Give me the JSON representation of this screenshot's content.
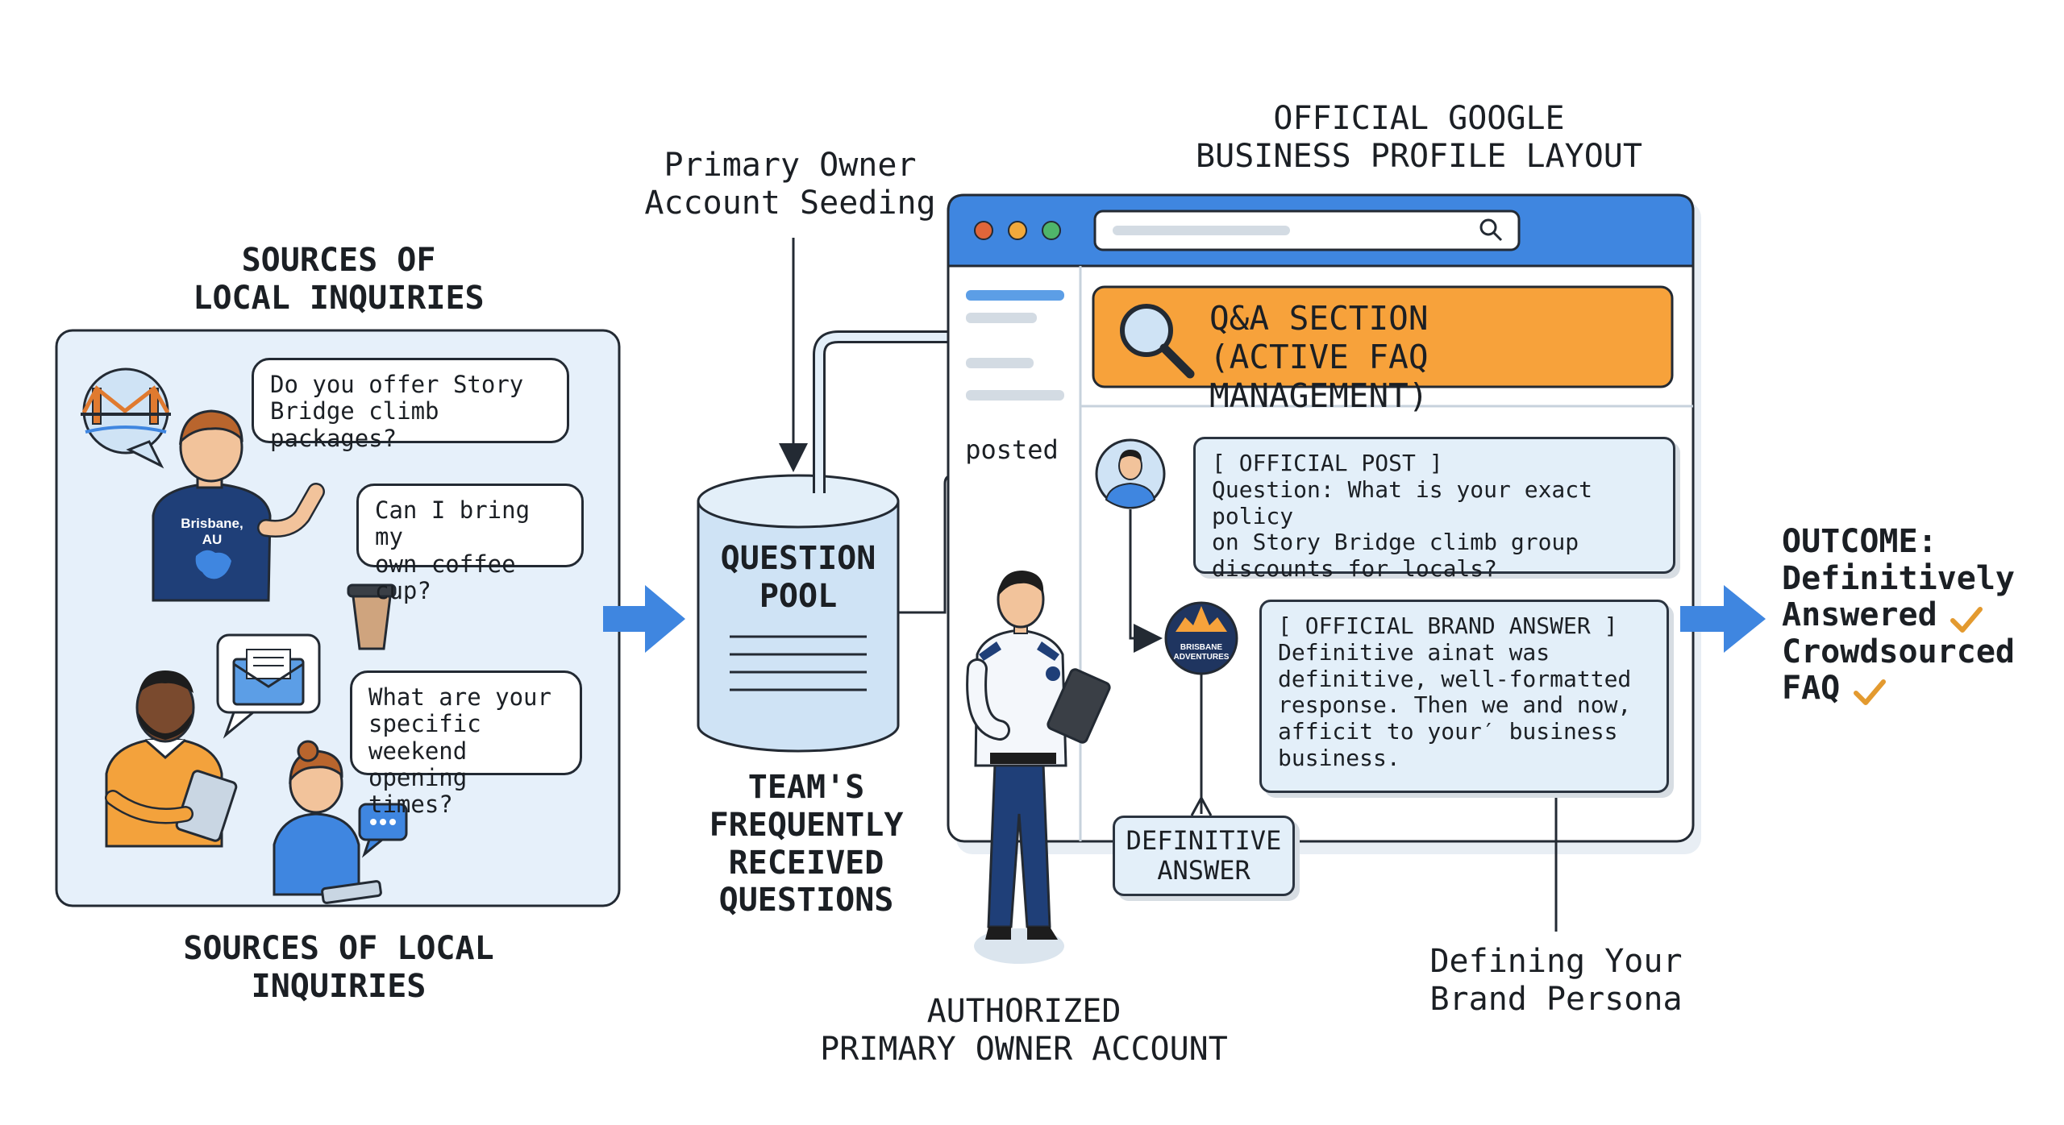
{
  "labels": {
    "sources_top": "SOURCES OF\nLOCAL INQUIRIES",
    "sources_bottom": "SOURCES OF LOCAL\nINQUIRIES",
    "seeding": "Primary Owner\nAccount Seeding",
    "pool_title": "QUESTION\nPOOL",
    "pool_caption": "TEAM'S\nFREQUENTLY\nRECEIVED\nQUESTIONS",
    "gbp_title": "OFFICIAL GOOGLE\nBUSINESS PROFILE LAYOUT",
    "posted": "posted",
    "authorized": "AUTHORIZED\nPRIMARY OWNER ACCOUNT",
    "definitive_answer": "DEFINITIVE\nANSWER",
    "brand_persona": "Defining Your\nBrand Persona"
  },
  "bubbles": {
    "q1": "Do you offer Story\nBridge climb packages?",
    "q2": "Can I bring my\nown coffee cup?",
    "q3": "What are your\nspecific weekend\nopening times?"
  },
  "tshirt_text": "Brisbane,\nAU",
  "qa_section": "Q&A SECTION\n(ACTIVE FAQ MANAGEMENT)",
  "official_post": "[ OFFICIAL POST ]\nQuestion: What is your exact policy\non Story Bridge climb group\ndiscounts for locals?",
  "brand_answer": "[ OFFICIAL BRAND ANSWER ]\nDefinitive ainat was\ndefinitive, well-formatted\nresponse. Then we and now,\nafficit to your′ business\nbusiness.",
  "badge_text": "BRISBANE\nADVENTURES",
  "outcome": {
    "title": "OUTCOME:",
    "line1": "Definitively",
    "line2": "Answered",
    "line3": "Crowdsourced",
    "line4": "FAQ"
  },
  "colors": {
    "accent_blue": "#3f86e0",
    "orange": "#f7a23b",
    "light_blue": "#e3eff9",
    "check": "#e39a2f"
  },
  "icons": [
    "bridge-icon",
    "mail-icon",
    "chat-icon",
    "coffee-cup-icon",
    "search-icon",
    "magnifier-icon",
    "user-avatar-icon",
    "brand-badge-icon",
    "checkmark-icon",
    "arrow-icon"
  ]
}
